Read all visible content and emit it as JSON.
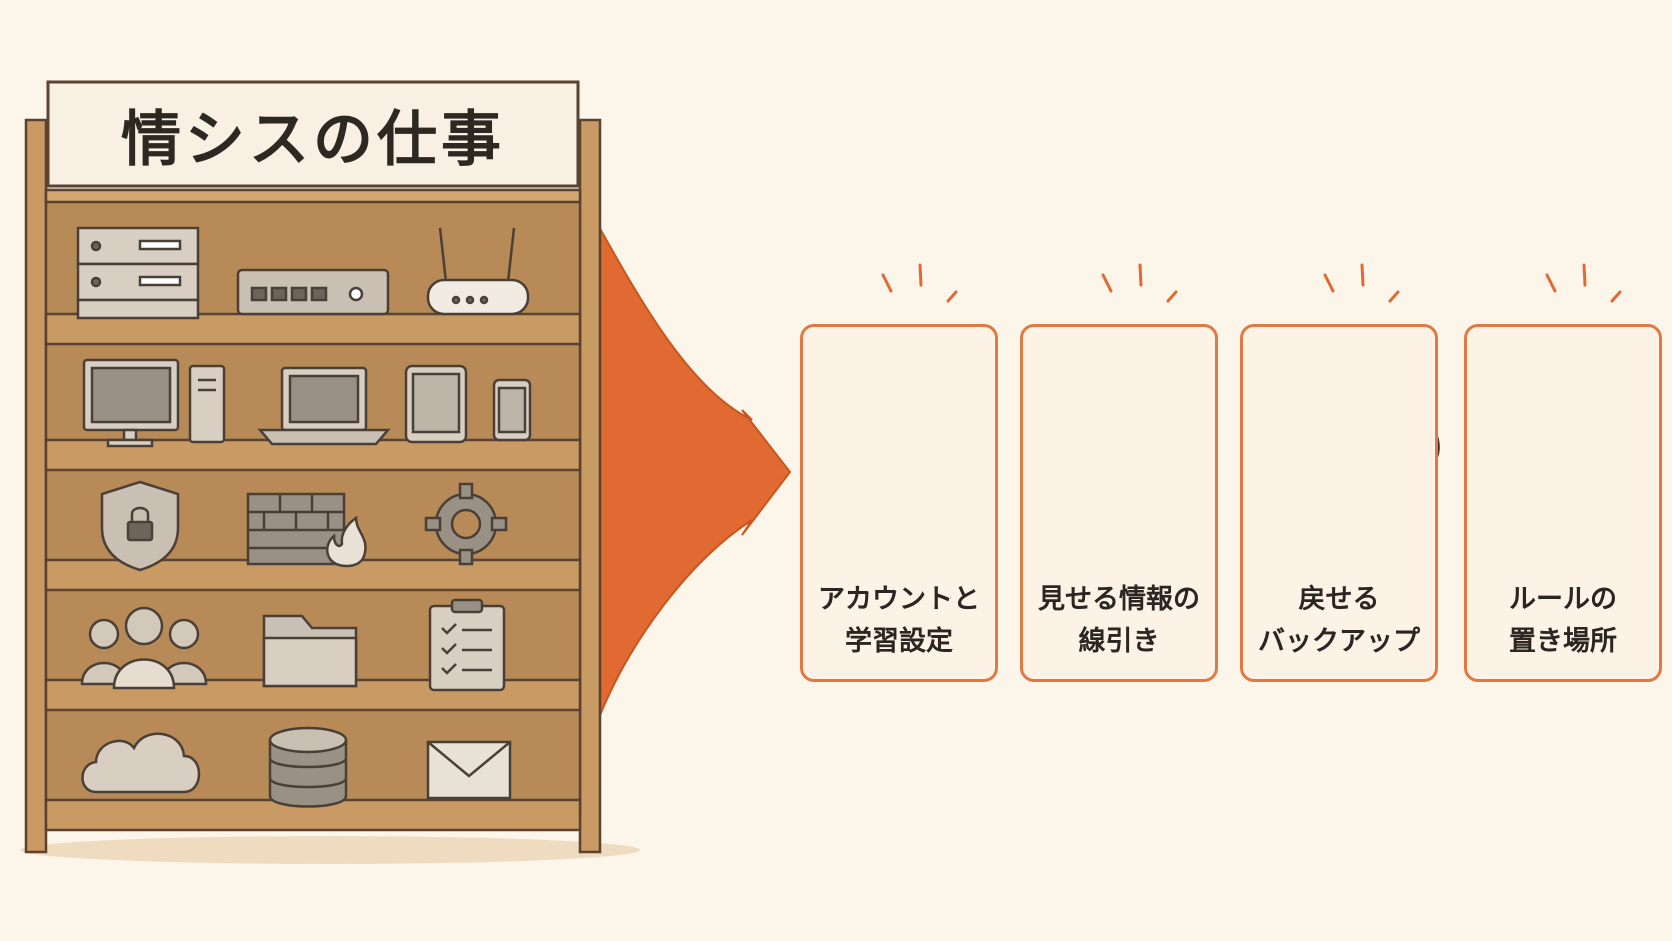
{
  "title": "情シスの仕事",
  "colors": {
    "background": "#fbf5ea",
    "wood": "#c99a63",
    "wood_dark": "#b07f4b",
    "accent_orange": "#e06a32",
    "card_border": "#e07a45",
    "green": "#5fa84e",
    "yellow": "#f2c23a",
    "red": "#e06048",
    "blue": "#4a84c6"
  },
  "shelf": {
    "rows": [
      {
        "items": [
          "server-rack-icon",
          "network-switch-icon",
          "wifi-router-icon"
        ]
      },
      {
        "items": [
          "desktop-monitor-icon",
          "pc-tower-icon",
          "laptop-icon",
          "tablet-icon",
          "smartphone-icon"
        ]
      },
      {
        "items": [
          "security-shield-icon",
          "firewall-icon",
          "gear-icon"
        ]
      },
      {
        "items": [
          "users-group-icon",
          "folder-icon",
          "checklist-clipboard-icon"
        ]
      },
      {
        "items": [
          "cloud-icon",
          "database-icon",
          "mail-envelope-icon"
        ]
      }
    ]
  },
  "cards": [
    {
      "icon": "toggle-switch-icon",
      "line1": "アカウントと",
      "line2": "学習設定"
    },
    {
      "icon": "stacked-trays-icon",
      "line1": "見せる情報の",
      "line2": "線引き"
    },
    {
      "icon": "cloud-restore-icon",
      "line1": "戻せる",
      "line2": "バックアップ"
    },
    {
      "icon": "document-icon",
      "line1": "ルールの",
      "line2": "置き場所"
    }
  ]
}
